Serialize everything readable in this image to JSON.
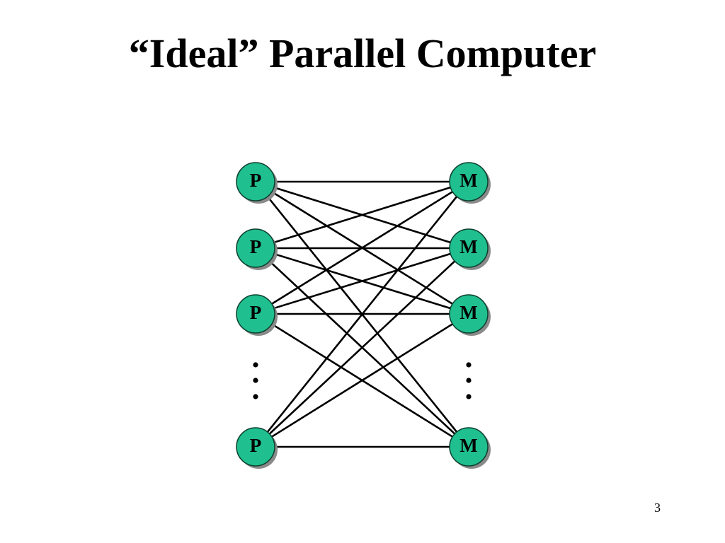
{
  "slide": {
    "title": "“Ideal” Parallel Computer",
    "page_number": "3"
  },
  "diagram": {
    "processor_label": "P",
    "memory_label": "M",
    "processor_count_visible": 4,
    "memory_count_visible": 4,
    "ellipsis_after_index": 2,
    "topology": "complete-bipartite",
    "colors": {
      "node_fill": "#1fbf8f",
      "node_stroke": "#0c3f2e",
      "node_shadow": "#8a8a8a",
      "edge": "#000000"
    }
  }
}
